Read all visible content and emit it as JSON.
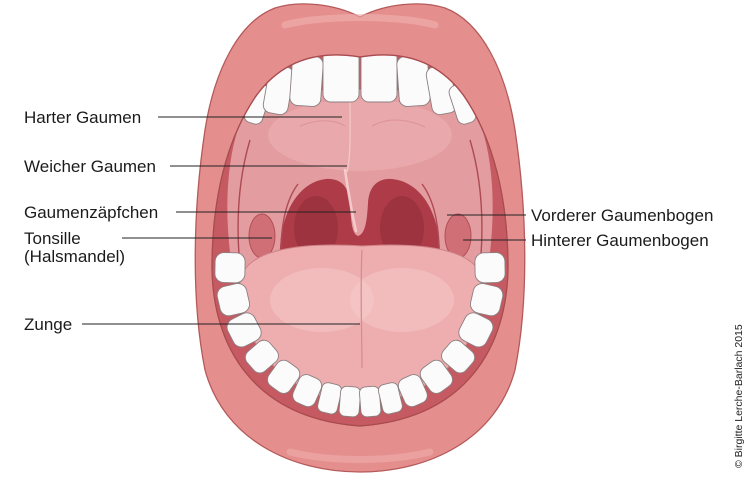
{
  "labels": {
    "hard_palate": "Harter Gaumen",
    "soft_palate": "Weicher Gaumen",
    "uvula": "Gaumenzäpfchen",
    "tonsil_line1": "Tonsille",
    "tonsil_line2": "(Halsmandel)",
    "tongue": "Zunge",
    "anterior_arch": "Vorderer Gaumenbogen",
    "posterior_arch": "Hinterer Gaumenbogen"
  },
  "copyright": "© Birgitte Lerche-Barlach 2015",
  "colors": {
    "lip": "#e48f8e",
    "cavity": "#c65a62",
    "palate": "#e39ca0",
    "throat": "#ad3c48",
    "tongue": "#eeaeb0"
  }
}
